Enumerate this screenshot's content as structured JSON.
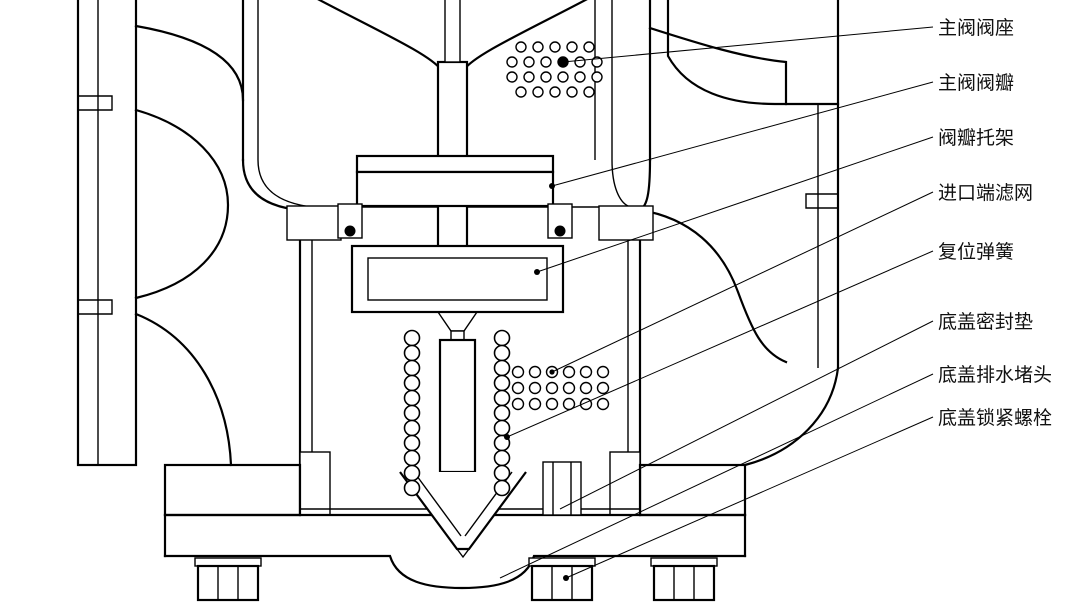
{
  "diagram": {
    "type": "valve-cross-section-engineering-drawing",
    "colors": {
      "line": "#000000",
      "background": "#ffffff"
    },
    "labels": [
      {
        "id": "main-valve-seat",
        "text": "主阀阀座"
      },
      {
        "id": "main-valve-disc",
        "text": "主阀阀瓣"
      },
      {
        "id": "disc-bracket",
        "text": "阀瓣托架"
      },
      {
        "id": "inlet-strainer",
        "text": "进口端滤网"
      },
      {
        "id": "return-spring",
        "text": "复位弹簧"
      },
      {
        "id": "bottom-cover-gasket",
        "text": "底盖密封垫"
      },
      {
        "id": "bottom-cover-drain-plug",
        "text": "底盖排水堵头"
      },
      {
        "id": "bottom-cover-lock-bolt",
        "text": "底盖锁紧螺栓"
      }
    ]
  }
}
